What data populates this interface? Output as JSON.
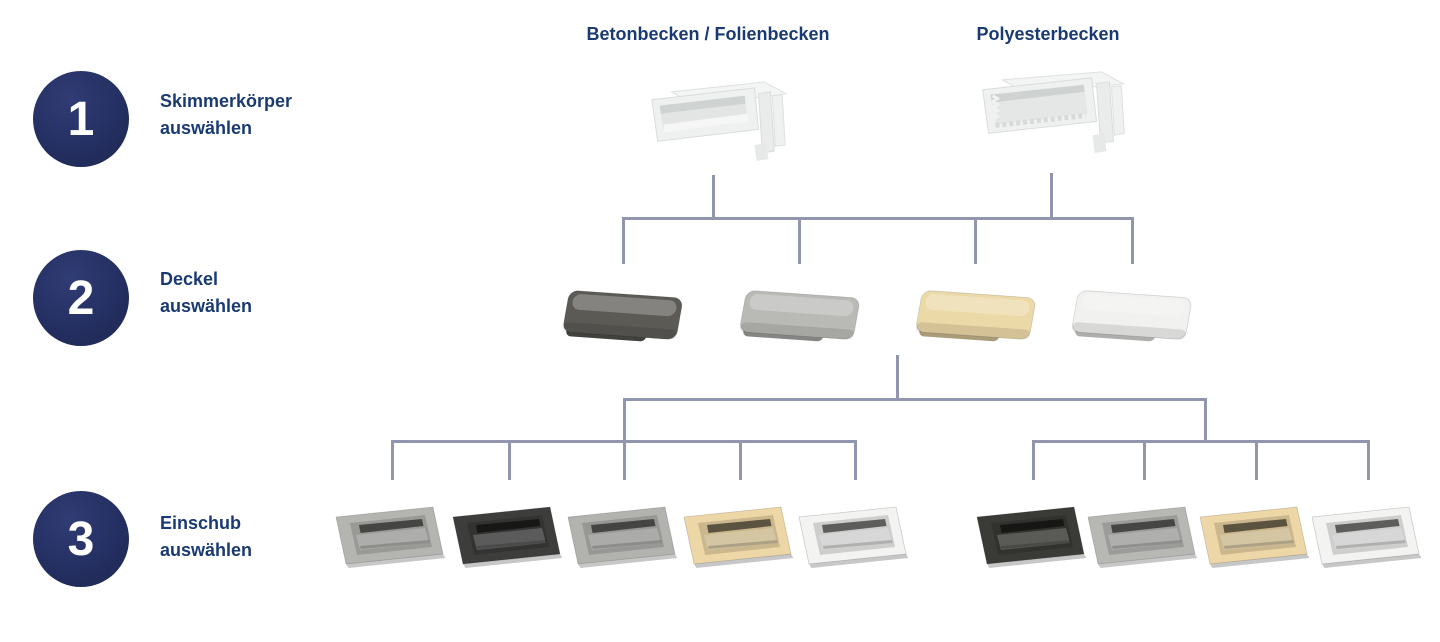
{
  "palette": {
    "circle_navy": "#242f62",
    "text_navy": "#1a3a73",
    "connector_gray": "#9295ae"
  },
  "steps": [
    {
      "number": "1",
      "line1": "Skimmerkörper",
      "line2": "auswählen"
    },
    {
      "number": "2",
      "line1": "Deckel",
      "line2": "auswählen"
    },
    {
      "number": "3",
      "line1": "Einschub",
      "line2": "auswählen"
    }
  ],
  "columns": [
    {
      "heading": "Betonbecken / Folienbecken"
    },
    {
      "heading": "Polyesterbecken"
    }
  ],
  "deckel_colors": [
    "#5b5a55",
    "#b9bab6",
    "#ecd9a8",
    "#f1f1ef"
  ],
  "einschub_beton_colors": [
    "#b4b5b1",
    "#3d3d3b",
    "#b2b3af",
    "#eed7a6",
    "#f3f3f1"
  ],
  "einschub_polyester_colors": [
    "#3a3a36",
    "#b7b8b4",
    "#eed7a6",
    "#f3f3f1"
  ]
}
